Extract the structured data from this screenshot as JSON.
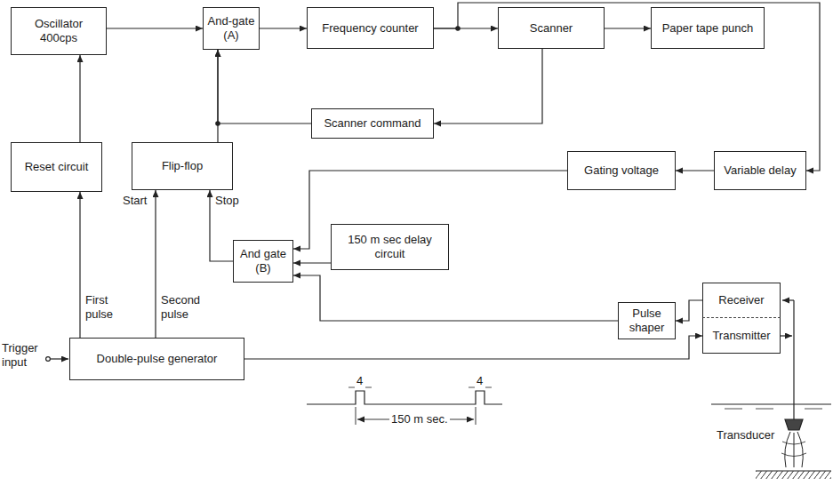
{
  "diagram": {
    "nodes": [
      {
        "text": [
          "Oscillator 400cps"
        ]
      },
      {
        "text": [
          "And-gate (A)"
        ]
      },
      {
        "text": [
          "Frequency counter"
        ]
      },
      {
        "text": [
          "Scanner"
        ]
      },
      {
        "text": [
          "Paper tape punch"
        ]
      },
      {
        "text": [
          "Reset circuit"
        ]
      },
      {
        "text": [
          "Flip-flop"
        ]
      },
      {
        "text": [
          "Scanner command"
        ]
      },
      {
        "text": [
          "Gating voltage"
        ]
      },
      {
        "text": [
          "Variable delay"
        ]
      },
      {
        "text": [
          "And gate (B)"
        ]
      },
      {
        "text": [
          "150 m sec delay circuit"
        ]
      },
      {
        "text": [
          "Pulse shaper"
        ]
      },
      {
        "text": [
          "Receiver"
        ]
      },
      {
        "text": [
          "Transmitter"
        ]
      },
      {
        "text": [
          "Double-pulse generator"
        ]
      }
    ],
    "edges": [
      {
        "from": 0,
        "to": 1,
        "arrow": "to"
      },
      {
        "from": 1,
        "to": 2,
        "arrow": "to"
      },
      {
        "from": 2,
        "to": 3,
        "arrow": "to"
      },
      {
        "from": 3,
        "to": 4,
        "arrow": "to"
      },
      {
        "from": 2,
        "to": 9,
        "arrow": "to"
      },
      {
        "from": 9,
        "to": 8,
        "arrow": "to"
      },
      {
        "from": 8,
        "to": 10,
        "arrow": "to"
      },
      {
        "from": 3,
        "to": 7,
        "arrow": "to"
      },
      {
        "from": 7,
        "to": 1,
        "arrow": "to"
      },
      {
        "from": 6,
        "to": 1,
        "arrow": "to"
      },
      {
        "from": 5,
        "to": 0,
        "arrow": "to"
      },
      {
        "from": 15,
        "to": 5,
        "arrow": "to"
      },
      {
        "from": 15,
        "to": 6,
        "arrow": "to"
      },
      {
        "from": 10,
        "to": 6,
        "arrow": "to"
      },
      {
        "from": 15,
        "to": 14,
        "arrow": "to"
      },
      {
        "from": 13,
        "to": 12,
        "arrow": "to"
      },
      {
        "from": 12,
        "to": 10,
        "arrow": "to"
      },
      {
        "from": 11,
        "to": 10,
        "arrow": "to"
      }
    ],
    "labels": [
      "First pulse",
      "Second pulse",
      "Start",
      "Stop",
      "Trigger input",
      "4",
      "4",
      "150 m sec.",
      "Transducer"
    ]
  }
}
